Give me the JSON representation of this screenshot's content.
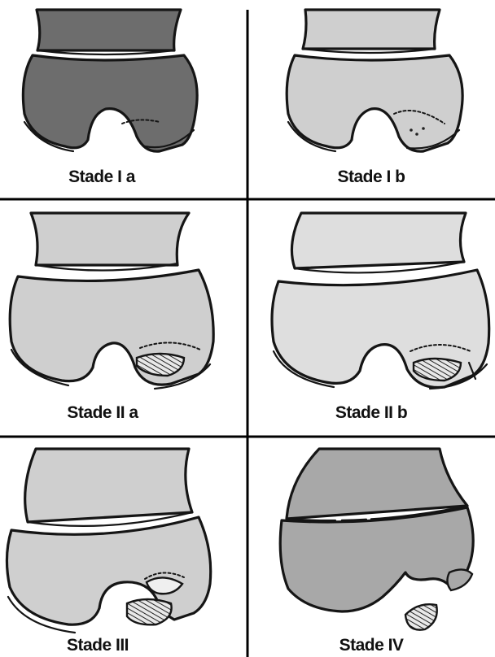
{
  "panels": [
    {
      "label": "Stade I a"
    },
    {
      "label": "Stade I b"
    },
    {
      "label": "Stade II a"
    },
    {
      "label": "Stade II b"
    },
    {
      "label": "Stade III"
    },
    {
      "label": "Stade IV"
    }
  ],
  "colors": {
    "bone_dark": "#6d6d6d",
    "bone_light": "#cfcfcf",
    "bone_very_light": "#dedede",
    "bone_medium": "#a8a8a8",
    "outline": "#151515",
    "divider": "#000000"
  }
}
